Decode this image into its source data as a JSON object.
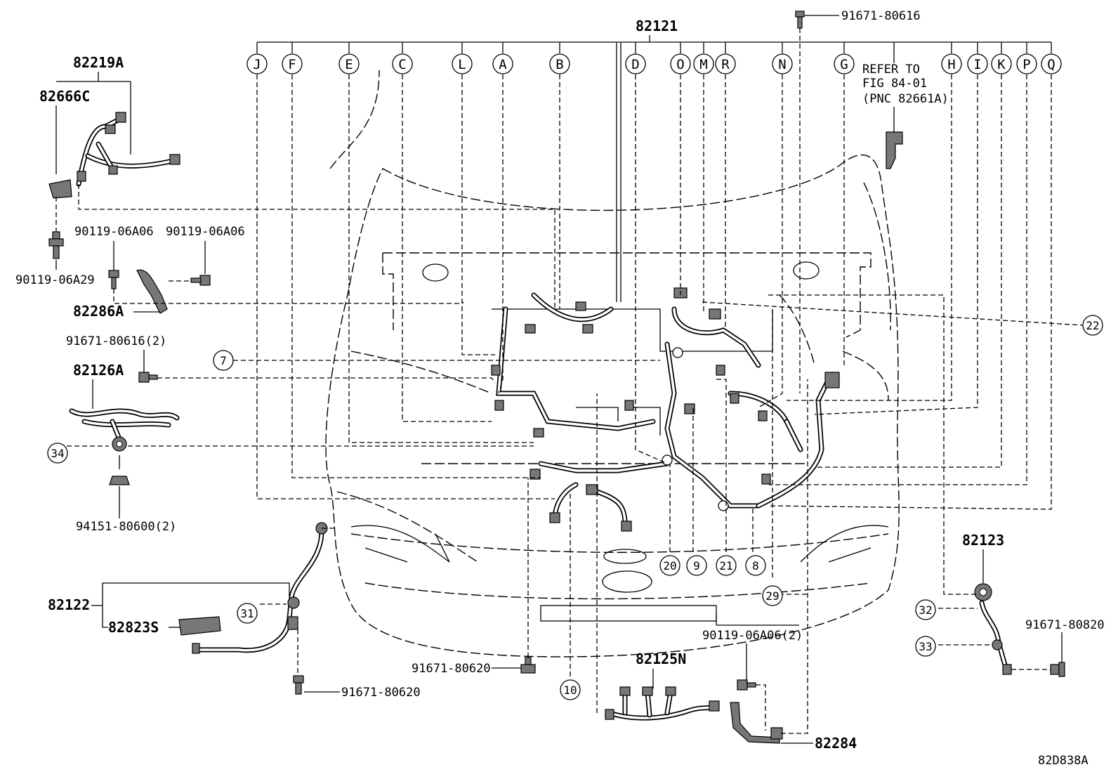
{
  "diagram_code": "82D838A",
  "main_harness": "82121",
  "letter_callouts": [
    "J",
    "F",
    "E",
    "C",
    "L",
    "A",
    "B",
    "D",
    "O",
    "M",
    "R",
    "N",
    "G",
    "H",
    "I",
    "K",
    "P",
    "Q"
  ],
  "refer_note": [
    "REFER TO",
    "FIG 84-01",
    "(PNC 82661A)"
  ],
  "numbered_callouts": {
    "c7": "7",
    "c22": "22",
    "c34": "34",
    "c20": "20",
    "c9": "9",
    "c21": "21",
    "c8": "8",
    "c29": "29",
    "c10": "10",
    "c31": "31",
    "c32": "32",
    "c33": "33"
  },
  "parts": {
    "p82219A": "82219A",
    "p82666C": "82666C",
    "p90119_06A29": "90119-06A29",
    "p90119_06A06_a": "90119-06A06",
    "p90119_06A06_b": "90119-06A06",
    "p82286A": "82286A",
    "p91671_80616_2": "91671-80616(2)",
    "p82126A": "82126A",
    "p94151_80600_2": "94151-80600(2)",
    "p82122": "82122",
    "p82823S": "82823S",
    "p91671_80620_a": "91671-80620",
    "p91671_80620_b": "91671-80620",
    "p82125N": "82125N",
    "p90119_06A06_2": "90119-06A06(2)",
    "p82284": "82284",
    "p82123": "82123",
    "p91671_80820": "91671-80820",
    "p91671_80616": "91671-80616"
  }
}
